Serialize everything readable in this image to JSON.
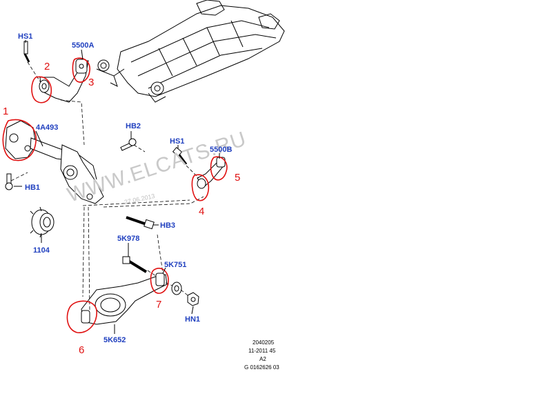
{
  "watermark": {
    "text": "WWW.ELCATS.RU",
    "date": "27.06.2013"
  },
  "part_labels": {
    "hs1_top": "HS1",
    "p5500a": "5500A",
    "p4a493": "4A493",
    "hb2": "HB2",
    "hs1_right": "HS1",
    "p5500b": "5500B",
    "hb1": "HB1",
    "hb3": "HB3",
    "p1104": "1104",
    "p5k978": "5K978",
    "p5k751": "5K751",
    "hn1": "HN1",
    "p5k652": "5K652"
  },
  "callouts": {
    "c1": "1",
    "c2": "2",
    "c3": "3",
    "c4": "4",
    "c5": "5",
    "c6": "6",
    "c7": "7"
  },
  "codes": {
    "line1": "2040205",
    "line2": "11-2011 45",
    "line3": "A2",
    "line4": "G 0162626 03"
  },
  "colors": {
    "label_blue": "#1f3fbf",
    "callout_red": "#e01010",
    "ink": "#000000"
  }
}
